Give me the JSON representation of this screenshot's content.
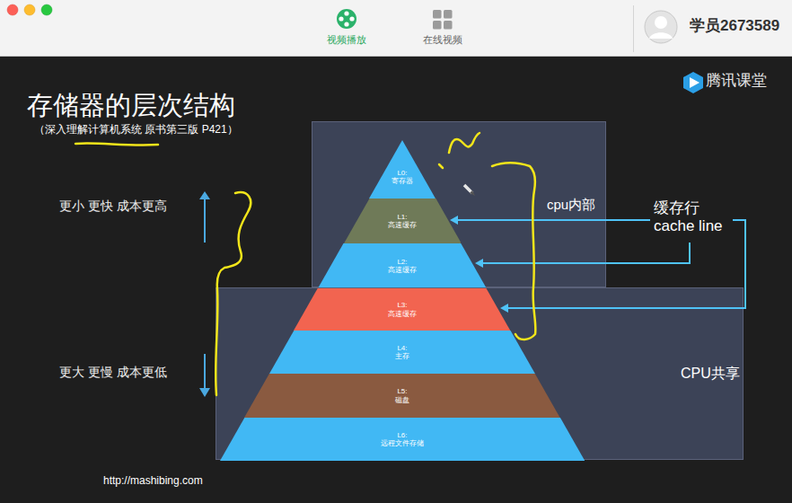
{
  "diagram": {
    "title": "存储器的层次结构",
    "nodes": [
      {
        "text": [
          "cpu内部"
        ]
      },
      {
        "text": [
          "L0:",
          "寄存器"
        ],
        "in": 0
      },
      {
        "text": [
          "L1:",
          "高速缓存"
        ],
        "in": 0
      },
      {
        "text": [
          "L2:",
          "高速缓存"
        ],
        "in": 0
      },
      {
        "text": [
          "CPU共享"
        ]
      },
      {
        "text": [
          "L3:",
          "高速缓存"
        ],
        "in": 4
      },
      {
        "text": [
          "L4:",
          "主存"
        ],
        "in": 4
      },
      {
        "text": [
          "L5:",
          "磁盘"
        ],
        "in": 4
      },
      {
        "text": [
          "L6:",
          "远程文件存储"
        ],
        "in": 4
      }
    ],
    "labels": [
      "视频播放",
      "在线视频",
      "学员2673589",
      "（深入理解计算机系统 原书第三版 P421）",
      "腾讯课堂",
      "更小 更快 成本更高",
      "更大 更慢 成本更低",
      "缓存行 cache line",
      "http://mashibing.com"
    ]
  }
}
